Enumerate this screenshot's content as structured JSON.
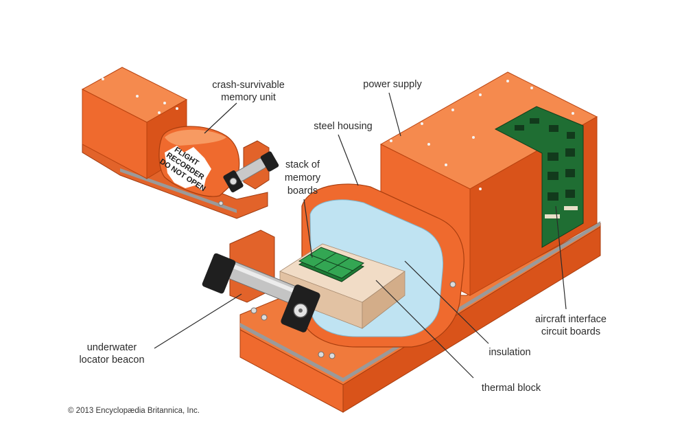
{
  "labels": {
    "memory_unit_line1": "crash-survivable",
    "memory_unit_line2": "memory unit",
    "power_supply": "power supply",
    "steel_housing": "steel housing",
    "stack_line1": "stack of",
    "stack_line2": "memory",
    "stack_line3": "boards",
    "beacon_line1": "underwater",
    "beacon_line2": "locator beacon",
    "insulation": "insulation",
    "thermal_block": "thermal block",
    "circuit_line1": "aircraft interface",
    "circuit_line2": "circuit boards"
  },
  "stencil": {
    "line1": "FLIGHT",
    "line2": "RECORDER",
    "line3": "DO NOT OPEN"
  },
  "copyright": "© 2013 Encyclopædia Britannica, Inc.",
  "colors": {
    "orange_top": "#f58a4e",
    "orange_front": "#ef6a2e",
    "orange_side": "#d9531a",
    "orange_dark": "#b8420f",
    "insulation_blue": "#bfe3f2",
    "thermal_tan": "#e8ceb5",
    "board_green": "#2e9a48",
    "steel_gray": "#b9b9b9"
  }
}
